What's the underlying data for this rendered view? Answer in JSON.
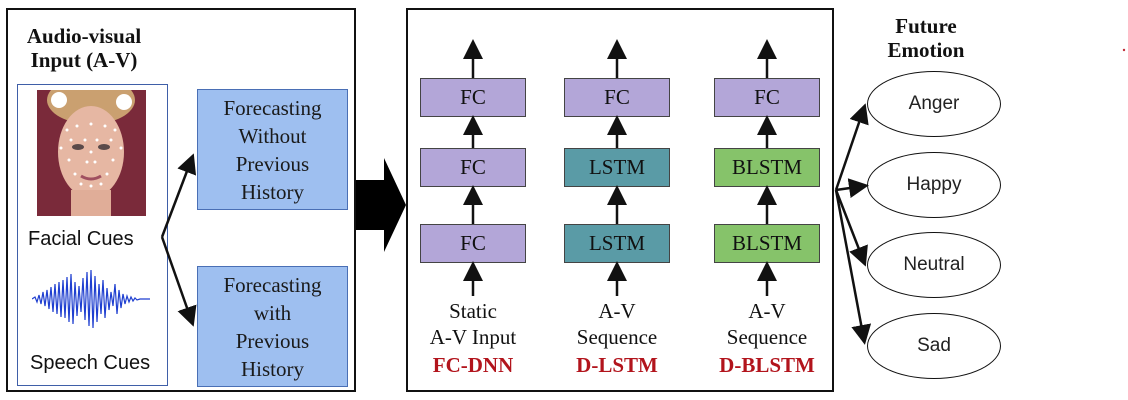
{
  "left_panel": {
    "title": "Audio-visual\nInput (A-V)",
    "facial_cues": "Facial Cues",
    "speech_cues": "Speech Cues",
    "forecast_without": "Forecasting\nWithout\nPrevious\nHistory",
    "forecast_with": "Forecasting\nwith\nPrevious\nHistory"
  },
  "models": [
    {
      "layers": [
        "FC",
        "FC",
        "FC"
      ],
      "input_label": "Static\nA-V Input",
      "name": "FC-DNN"
    },
    {
      "layers": [
        "FC",
        "LSTM",
        "LSTM"
      ],
      "input_label": "A-V\nSequence",
      "name": "D-LSTM"
    },
    {
      "layers": [
        "FC",
        "BLSTM",
        "BLSTM"
      ],
      "input_label": "A-V\nSequence",
      "name": "D-BLSTM"
    }
  ],
  "future_emotion": {
    "title": "Future\nEmotion",
    "emotions": [
      "Anger",
      "Happy",
      "Neutral",
      "Sad"
    ]
  },
  "colors": {
    "fc": "#b3a6d8",
    "lstm": "#5a9ba6",
    "blstm": "#86c36a",
    "forecast_box": "#9ebff0",
    "model_name": "#b2141c"
  }
}
